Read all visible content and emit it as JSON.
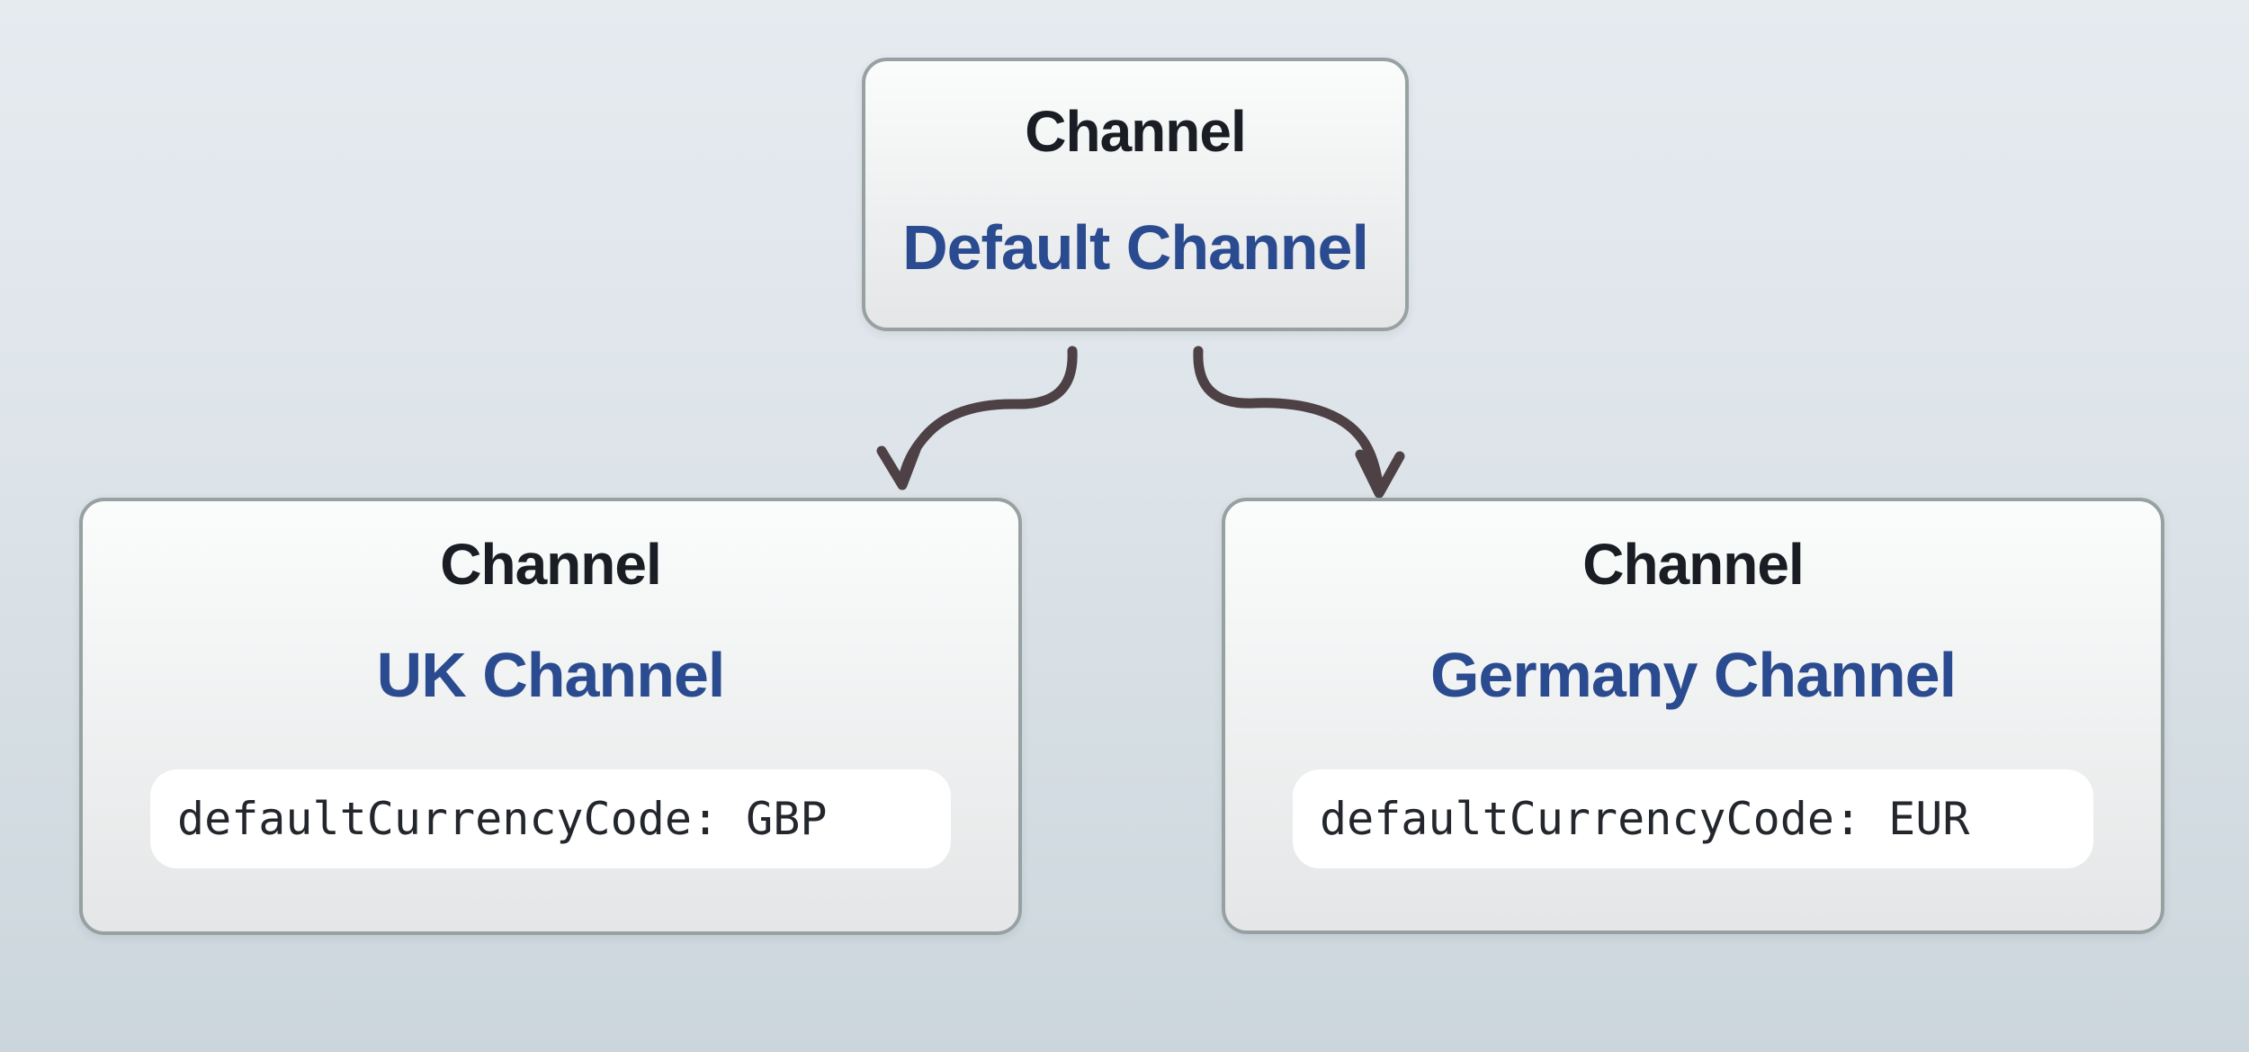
{
  "colors": {
    "page_bg_top": "#e6ebf0",
    "page_bg_mid": "#dde4e9",
    "page_bg_bottom": "#cbd6dc",
    "node_border": "#98a1a2",
    "node_bg_top": "#fbfcfc",
    "node_bg_bottom": "#e4e6e7",
    "entity_text": "#1a1e24",
    "name_text": "#2a4b8f",
    "attr_text": "#23262c",
    "attr_bg": "#ffffff",
    "arrow": "#4e4145"
  },
  "diagram": {
    "root": {
      "entity": "Channel",
      "name": "Default Channel"
    },
    "children": [
      {
        "entity": "Channel",
        "name": "UK Channel",
        "attribute": "defaultCurrencyCode: GBP"
      },
      {
        "entity": "Channel",
        "name": "Germany Channel",
        "attribute": "defaultCurrencyCode: EUR"
      }
    ],
    "edges": [
      {
        "from": "Default Channel",
        "to": "UK Channel"
      },
      {
        "from": "Default Channel",
        "to": "Germany Channel"
      }
    ]
  }
}
